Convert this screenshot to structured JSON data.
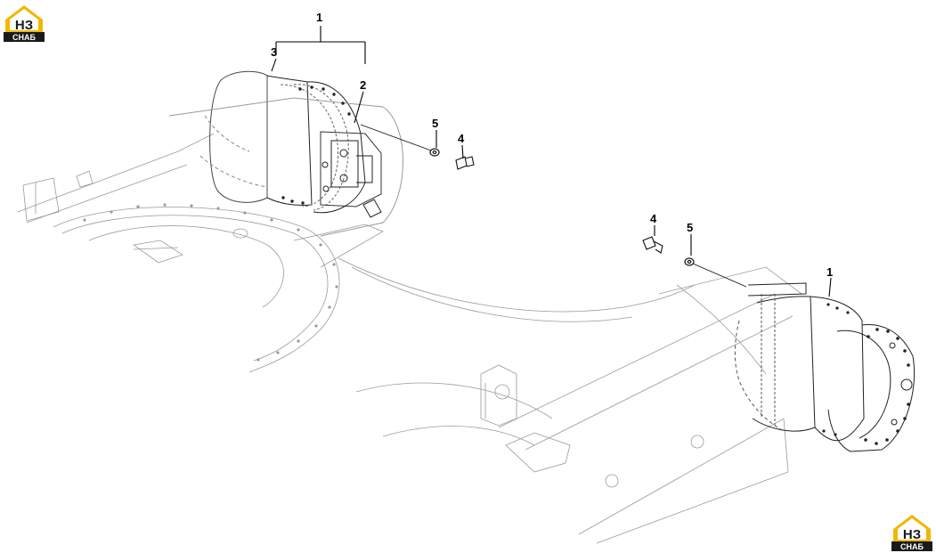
{
  "logo": {
    "letters": "НЗ",
    "word": "СНАБ",
    "accent_color": "#f2b705",
    "dark_color": "#1a1a1a"
  },
  "callouts": {
    "top_1": "1",
    "top_2": "2",
    "top_3": "3",
    "top_4": "4",
    "top_5": "5",
    "right_1": "1",
    "right_4": "4",
    "right_5": "5"
  }
}
